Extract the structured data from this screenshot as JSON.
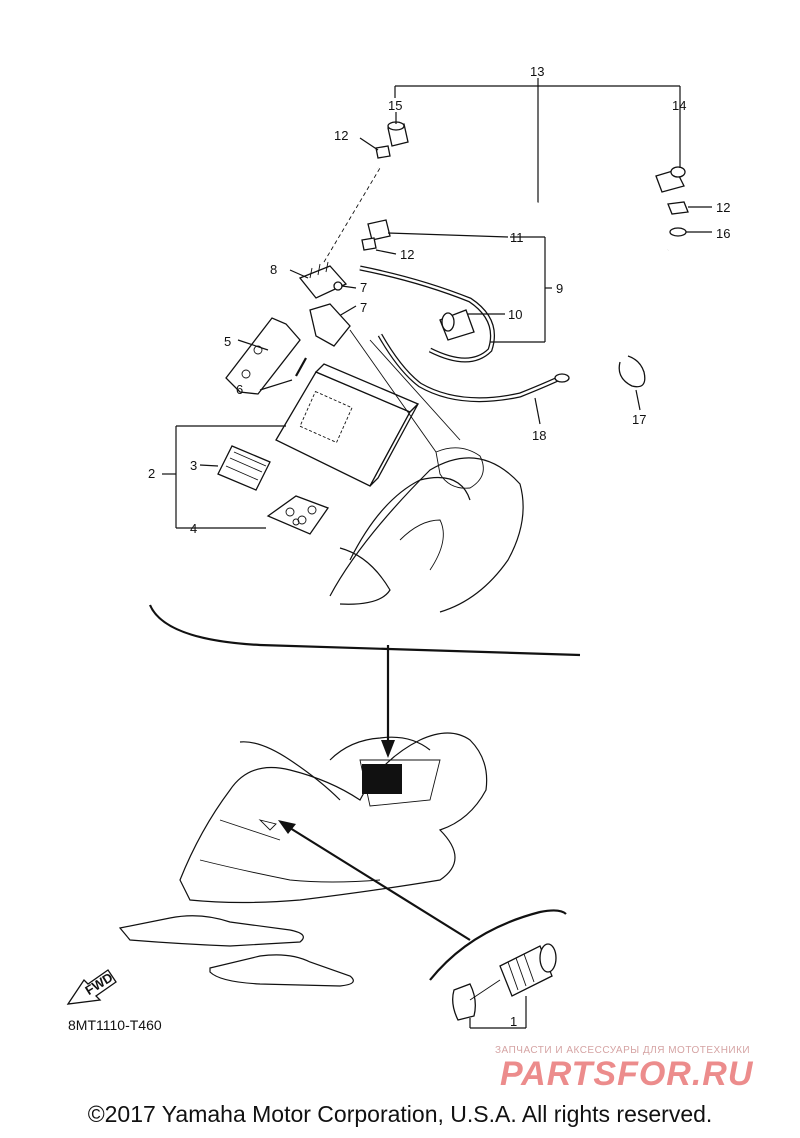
{
  "callouts": {
    "c1": "1",
    "c2": "2",
    "c3": "3",
    "c4": "4",
    "c5": "5",
    "c6": "6",
    "c7a": "7",
    "c7b": "7",
    "c8": "8",
    "c9": "9",
    "c10": "10",
    "c11": "11",
    "c12a": "12",
    "c12b": "12",
    "c12c": "12",
    "c13": "13",
    "c14": "14",
    "c15": "15",
    "c16": "16",
    "c17": "17",
    "c18": "18"
  },
  "fwd_label": "FWD",
  "diagram_code": "8MT1110-T460",
  "watermark": {
    "subtitle": "ЗАПЧАСТИ И АКСЕССУАРЫ ДЛЯ МОТОТЕХНИКИ",
    "logo": "PARTSFOR.RU"
  },
  "copyright": "©2017 Yamaha Motor Corporation, U.S.A. All rights reserved.",
  "colors": {
    "ink": "#111111",
    "watermark": "#ec8c8c"
  }
}
